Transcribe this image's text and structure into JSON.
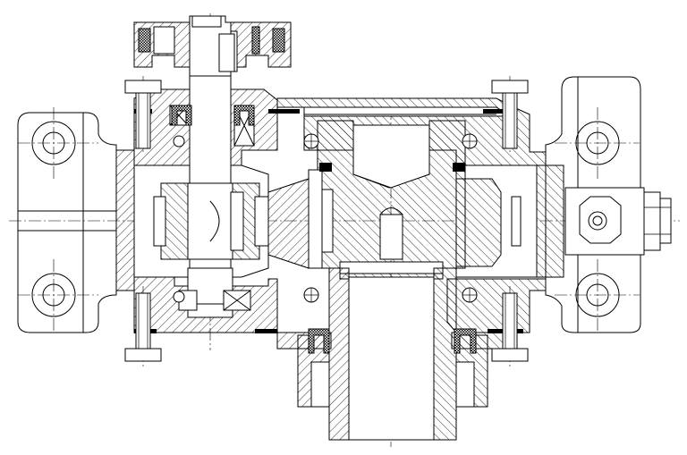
{
  "drawing": {
    "type": "mechanical cross-section",
    "style": "black line art with hatching on white",
    "colors": {
      "line": "#000000",
      "background": "#ffffff"
    },
    "components": [
      "handwheel",
      "input-shaft",
      "pinion-gear",
      "bevel-gear",
      "output-sleeve",
      "gearbox-housing",
      "mounting-bracket-left",
      "mounting-bracket-right",
      "bearings",
      "oil-seals",
      "bolts",
      "grease-fitting"
    ]
  }
}
